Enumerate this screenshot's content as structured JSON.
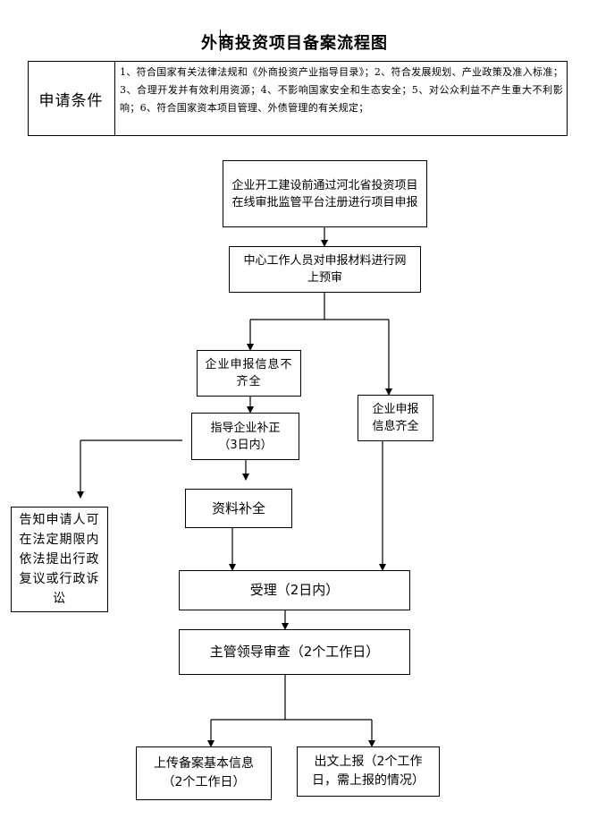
{
  "title": "外商投资项目备案流程图",
  "conditions": {
    "label": "申请条件",
    "text": "1、符合国家有关法律法规和《外商投资产业指导目录》；2、符合发展规划、产业政策及准入标准；3、合理开发并有效利用资源；4、不影响国家安全和生态安全；5、对公众利益不产生重大不利影响；6、符合国家资本项目管理、外债管理的有关规定；"
  },
  "nodes": {
    "online_register": "企业开工建设前通过河北省投资项目在线审批监管平台注册进行项目申报",
    "prereview": "中心工作人员对申报材料进行网上预审",
    "incomplete": "企业申报信息不齐全",
    "complete": "企业申报信息齐全",
    "guide_fix": "指导企业补正（3日内）",
    "materials_complete": "资料补全",
    "inform": "告知申请人可在法定期限内依法提出行政复议或行政诉讼",
    "accept": "受理（2日内）",
    "leader_review": "主管领导审查（2个工作日）",
    "upload_info": "上传备案基本信息（2个工作日）",
    "issue_report": "出文上报（2个工作日，需上报的情况）"
  }
}
